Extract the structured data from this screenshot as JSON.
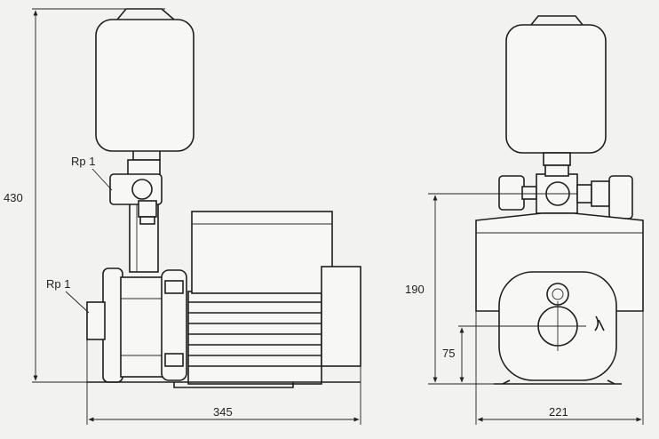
{
  "dimensions": {
    "height_total": "430",
    "length": "345",
    "width": "221",
    "height_outlet": "190",
    "height_inlet": "75"
  },
  "connections": {
    "outlet": "Rp 1",
    "inlet": "Rp 1"
  }
}
